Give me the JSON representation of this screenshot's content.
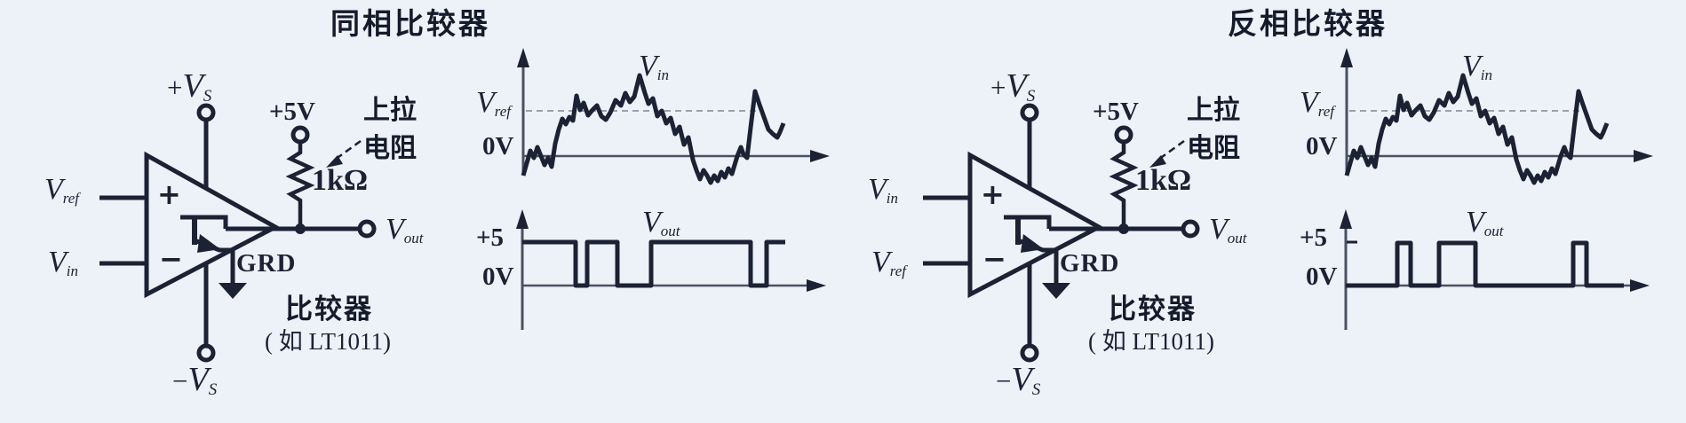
{
  "colors": {
    "background": "#edf1f8",
    "ink": "#1b2233",
    "axis": "#495263"
  },
  "panels": [
    {
      "title": "同相比较器",
      "circuit": {
        "input_top": {
          "v": "V",
          "sub": "ref"
        },
        "input_bottom": {
          "v": "V",
          "sub": "in"
        },
        "plus_sign": "+",
        "minus_sign": "−",
        "supply_top": {
          "sign": "+",
          "v": "V",
          "sub": "S"
        },
        "supply_bottom": {
          "sign": "−",
          "v": "V",
          "sub": "S"
        },
        "pullup_voltage": "+5V",
        "pullup_name_line1": "上拉",
        "pullup_name_line2": "电阻",
        "resistor_value": "1kΩ",
        "output": {
          "v": "V",
          "sub": "out"
        },
        "ground_label": "GRD",
        "part_name": "比较器",
        "part_example": "( 如 LT1011)"
      },
      "plots": {
        "ref_label": {
          "v": "V",
          "sub": "ref"
        },
        "zero_top": "0V",
        "signal_label": {
          "v": "V",
          "sub": "in"
        },
        "high_label": "+5",
        "zero_bottom": "0V",
        "out_label": {
          "v": "V",
          "sub": "out"
        },
        "vin_wave": [
          [
            0,
            22
          ],
          [
            4,
            8
          ],
          [
            8,
            -6
          ],
          [
            12,
            2
          ],
          [
            16,
            -10
          ],
          [
            20,
            0
          ],
          [
            24,
            10
          ],
          [
            28,
            2
          ],
          [
            32,
            12
          ],
          [
            36,
            -14
          ],
          [
            40,
            -30
          ],
          [
            44,
            -42
          ],
          [
            48,
            -36
          ],
          [
            52,
            -44
          ],
          [
            56,
            -40
          ],
          [
            60,
            -68
          ],
          [
            64,
            -52
          ],
          [
            68,
            -60
          ],
          [
            73,
            -46
          ],
          [
            78,
            -52
          ],
          [
            83,
            -57
          ],
          [
            88,
            -45
          ],
          [
            93,
            -41
          ],
          [
            98,
            -49
          ],
          [
            104,
            -63
          ],
          [
            110,
            -57
          ],
          [
            115,
            -71
          ],
          [
            120,
            -61
          ],
          [
            125,
            -67
          ],
          [
            131,
            -91
          ],
          [
            137,
            -71
          ],
          [
            141,
            -59
          ],
          [
            146,
            -65
          ],
          [
            151,
            -45
          ],
          [
            156,
            -51
          ],
          [
            161,
            -37
          ],
          [
            166,
            -43
          ],
          [
            171,
            -25
          ],
          [
            176,
            -33
          ],
          [
            181,
            -13
          ],
          [
            186,
            -21
          ],
          [
            191,
            4
          ],
          [
            195,
            16
          ],
          [
            199,
            26
          ],
          [
            203,
            16
          ],
          [
            207,
            22
          ],
          [
            211,
            30
          ],
          [
            215,
            22
          ],
          [
            219,
            28
          ],
          [
            223,
            18
          ],
          [
            227,
            24
          ],
          [
            231,
            14
          ],
          [
            235,
            20
          ],
          [
            238,
            10
          ],
          [
            241,
            0
          ],
          [
            245,
            -10
          ],
          [
            248,
            -2
          ],
          [
            252,
            2
          ],
          [
            256,
            -32
          ],
          [
            261,
            -73
          ],
          [
            266,
            -58
          ],
          [
            271,
            -44
          ],
          [
            276,
            -30
          ],
          [
            281,
            -25
          ],
          [
            286,
            -21
          ],
          [
            289,
            -27
          ],
          [
            293,
            -37
          ]
        ],
        "vout_wave": [
          [
            0,
            -49
          ],
          [
            60,
            -49
          ],
          [
            60,
            0
          ],
          [
            73,
            0
          ],
          [
            73,
            -49
          ],
          [
            107,
            -49
          ],
          [
            107,
            0
          ],
          [
            145,
            0
          ],
          [
            145,
            -49
          ],
          [
            257,
            -49
          ],
          [
            257,
            0
          ],
          [
            275,
            0
          ],
          [
            275,
            -49
          ],
          [
            296,
            -49
          ]
        ]
      }
    },
    {
      "title": "反相比较器",
      "circuit": {
        "input_top": {
          "v": "V",
          "sub": "in"
        },
        "input_bottom": {
          "v": "V",
          "sub": "ref"
        },
        "plus_sign": "+",
        "minus_sign": "−",
        "supply_top": {
          "sign": "+",
          "v": "V",
          "sub": "S"
        },
        "supply_bottom": {
          "sign": "−",
          "v": "V",
          "sub": "S"
        },
        "pullup_voltage": "+5V",
        "pullup_name_line1": "上拉",
        "pullup_name_line2": "电阻",
        "resistor_value": "1kΩ",
        "output": {
          "v": "V",
          "sub": "out"
        },
        "ground_label": "GRD",
        "part_name": "比较器",
        "part_example": "( 如 LT1011)"
      },
      "plots": {
        "ref_label": {
          "v": "V",
          "sub": "ref"
        },
        "zero_top": "0V",
        "signal_label": {
          "v": "V",
          "sub": "in"
        },
        "high_label": "+5",
        "zero_bottom": "0V",
        "out_label": {
          "v": "V",
          "sub": "out"
        },
        "vin_wave": [
          [
            0,
            22
          ],
          [
            4,
            8
          ],
          [
            8,
            -6
          ],
          [
            12,
            2
          ],
          [
            16,
            -10
          ],
          [
            20,
            0
          ],
          [
            24,
            10
          ],
          [
            28,
            2
          ],
          [
            32,
            12
          ],
          [
            36,
            -14
          ],
          [
            40,
            -30
          ],
          [
            44,
            -42
          ],
          [
            48,
            -36
          ],
          [
            52,
            -44
          ],
          [
            56,
            -40
          ],
          [
            60,
            -68
          ],
          [
            64,
            -52
          ],
          [
            68,
            -60
          ],
          [
            73,
            -46
          ],
          [
            78,
            -52
          ],
          [
            83,
            -57
          ],
          [
            88,
            -45
          ],
          [
            93,
            -41
          ],
          [
            98,
            -49
          ],
          [
            104,
            -63
          ],
          [
            110,
            -57
          ],
          [
            115,
            -71
          ],
          [
            120,
            -61
          ],
          [
            125,
            -67
          ],
          [
            131,
            -91
          ],
          [
            137,
            -71
          ],
          [
            141,
            -59
          ],
          [
            146,
            -65
          ],
          [
            151,
            -45
          ],
          [
            156,
            -51
          ],
          [
            161,
            -37
          ],
          [
            166,
            -43
          ],
          [
            171,
            -25
          ],
          [
            176,
            -33
          ],
          [
            181,
            -13
          ],
          [
            186,
            -21
          ],
          [
            191,
            4
          ],
          [
            195,
            16
          ],
          [
            199,
            26
          ],
          [
            203,
            16
          ],
          [
            207,
            22
          ],
          [
            211,
            30
          ],
          [
            215,
            22
          ],
          [
            219,
            28
          ],
          [
            223,
            18
          ],
          [
            227,
            24
          ],
          [
            231,
            14
          ],
          [
            235,
            20
          ],
          [
            238,
            10
          ],
          [
            241,
            0
          ],
          [
            245,
            -10
          ],
          [
            248,
            -2
          ],
          [
            252,
            2
          ],
          [
            256,
            -32
          ],
          [
            261,
            -73
          ],
          [
            266,
            -58
          ],
          [
            271,
            -44
          ],
          [
            276,
            -30
          ],
          [
            281,
            -25
          ],
          [
            286,
            -21
          ],
          [
            289,
            -27
          ],
          [
            293,
            -37
          ]
        ],
        "vout_wave": [
          [
            0,
            0
          ],
          [
            58,
            0
          ],
          [
            58,
            -48
          ],
          [
            73,
            -48
          ],
          [
            73,
            0
          ],
          [
            105,
            0
          ],
          [
            105,
            -48
          ],
          [
            146,
            -48
          ],
          [
            146,
            0
          ],
          [
            256,
            0
          ],
          [
            256,
            -48
          ],
          [
            271,
            -48
          ],
          [
            271,
            0
          ],
          [
            313,
            0
          ]
        ]
      }
    }
  ]
}
